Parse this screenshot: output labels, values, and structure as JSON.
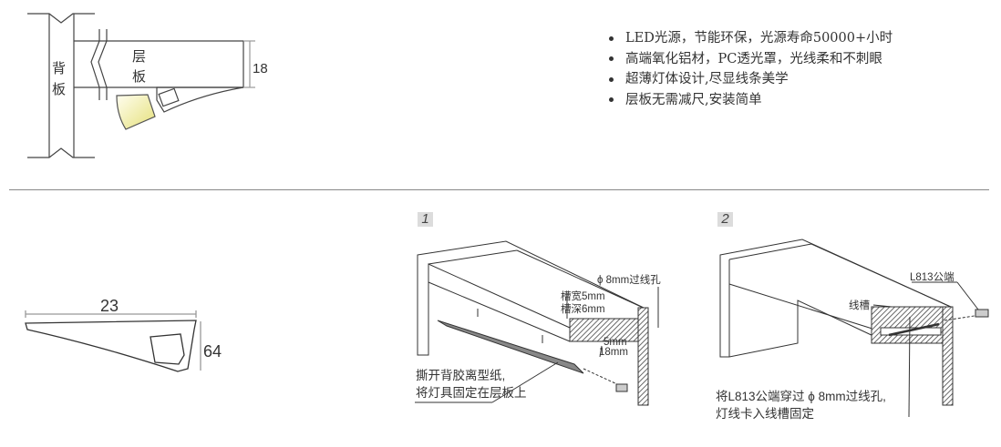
{
  "section_mount": {
    "back_panel_label": [
      "背",
      "板"
    ],
    "shelf_label": [
      "层",
      "板"
    ],
    "thickness_dim": "18"
  },
  "features": [
    "LED光源，节能环保，光源寿命50000+小时",
    "高端氧化铝材，PC透光罩，光线柔和不刺眼",
    "超薄灯体设计,尽显线条美学",
    "层板无需减尺,安装简单"
  ],
  "profile": {
    "width_dim": "23",
    "height_dim": "64"
  },
  "step1": {
    "number": "1",
    "hole_label": "ϕ 8mm过线孔",
    "groove_width": "槽宽5mm",
    "groove_depth": "槽深6mm",
    "dim_5": "5mm",
    "dim_18": "18mm",
    "instruction": [
      "撕开背胶离型纸,",
      "将灯具固定在层板上"
    ]
  },
  "step2": {
    "number": "2",
    "connector_label": "L813公端",
    "groove_label": "线槽",
    "instruction": [
      "将L813公端穿过 ϕ 8mm过线孔,",
      "灯线卡入线槽固定"
    ]
  },
  "colors": {
    "line": "#333333",
    "light_glow": "#e8e48a",
    "divider": "#888888",
    "step_badge": "#dcdcdc"
  }
}
